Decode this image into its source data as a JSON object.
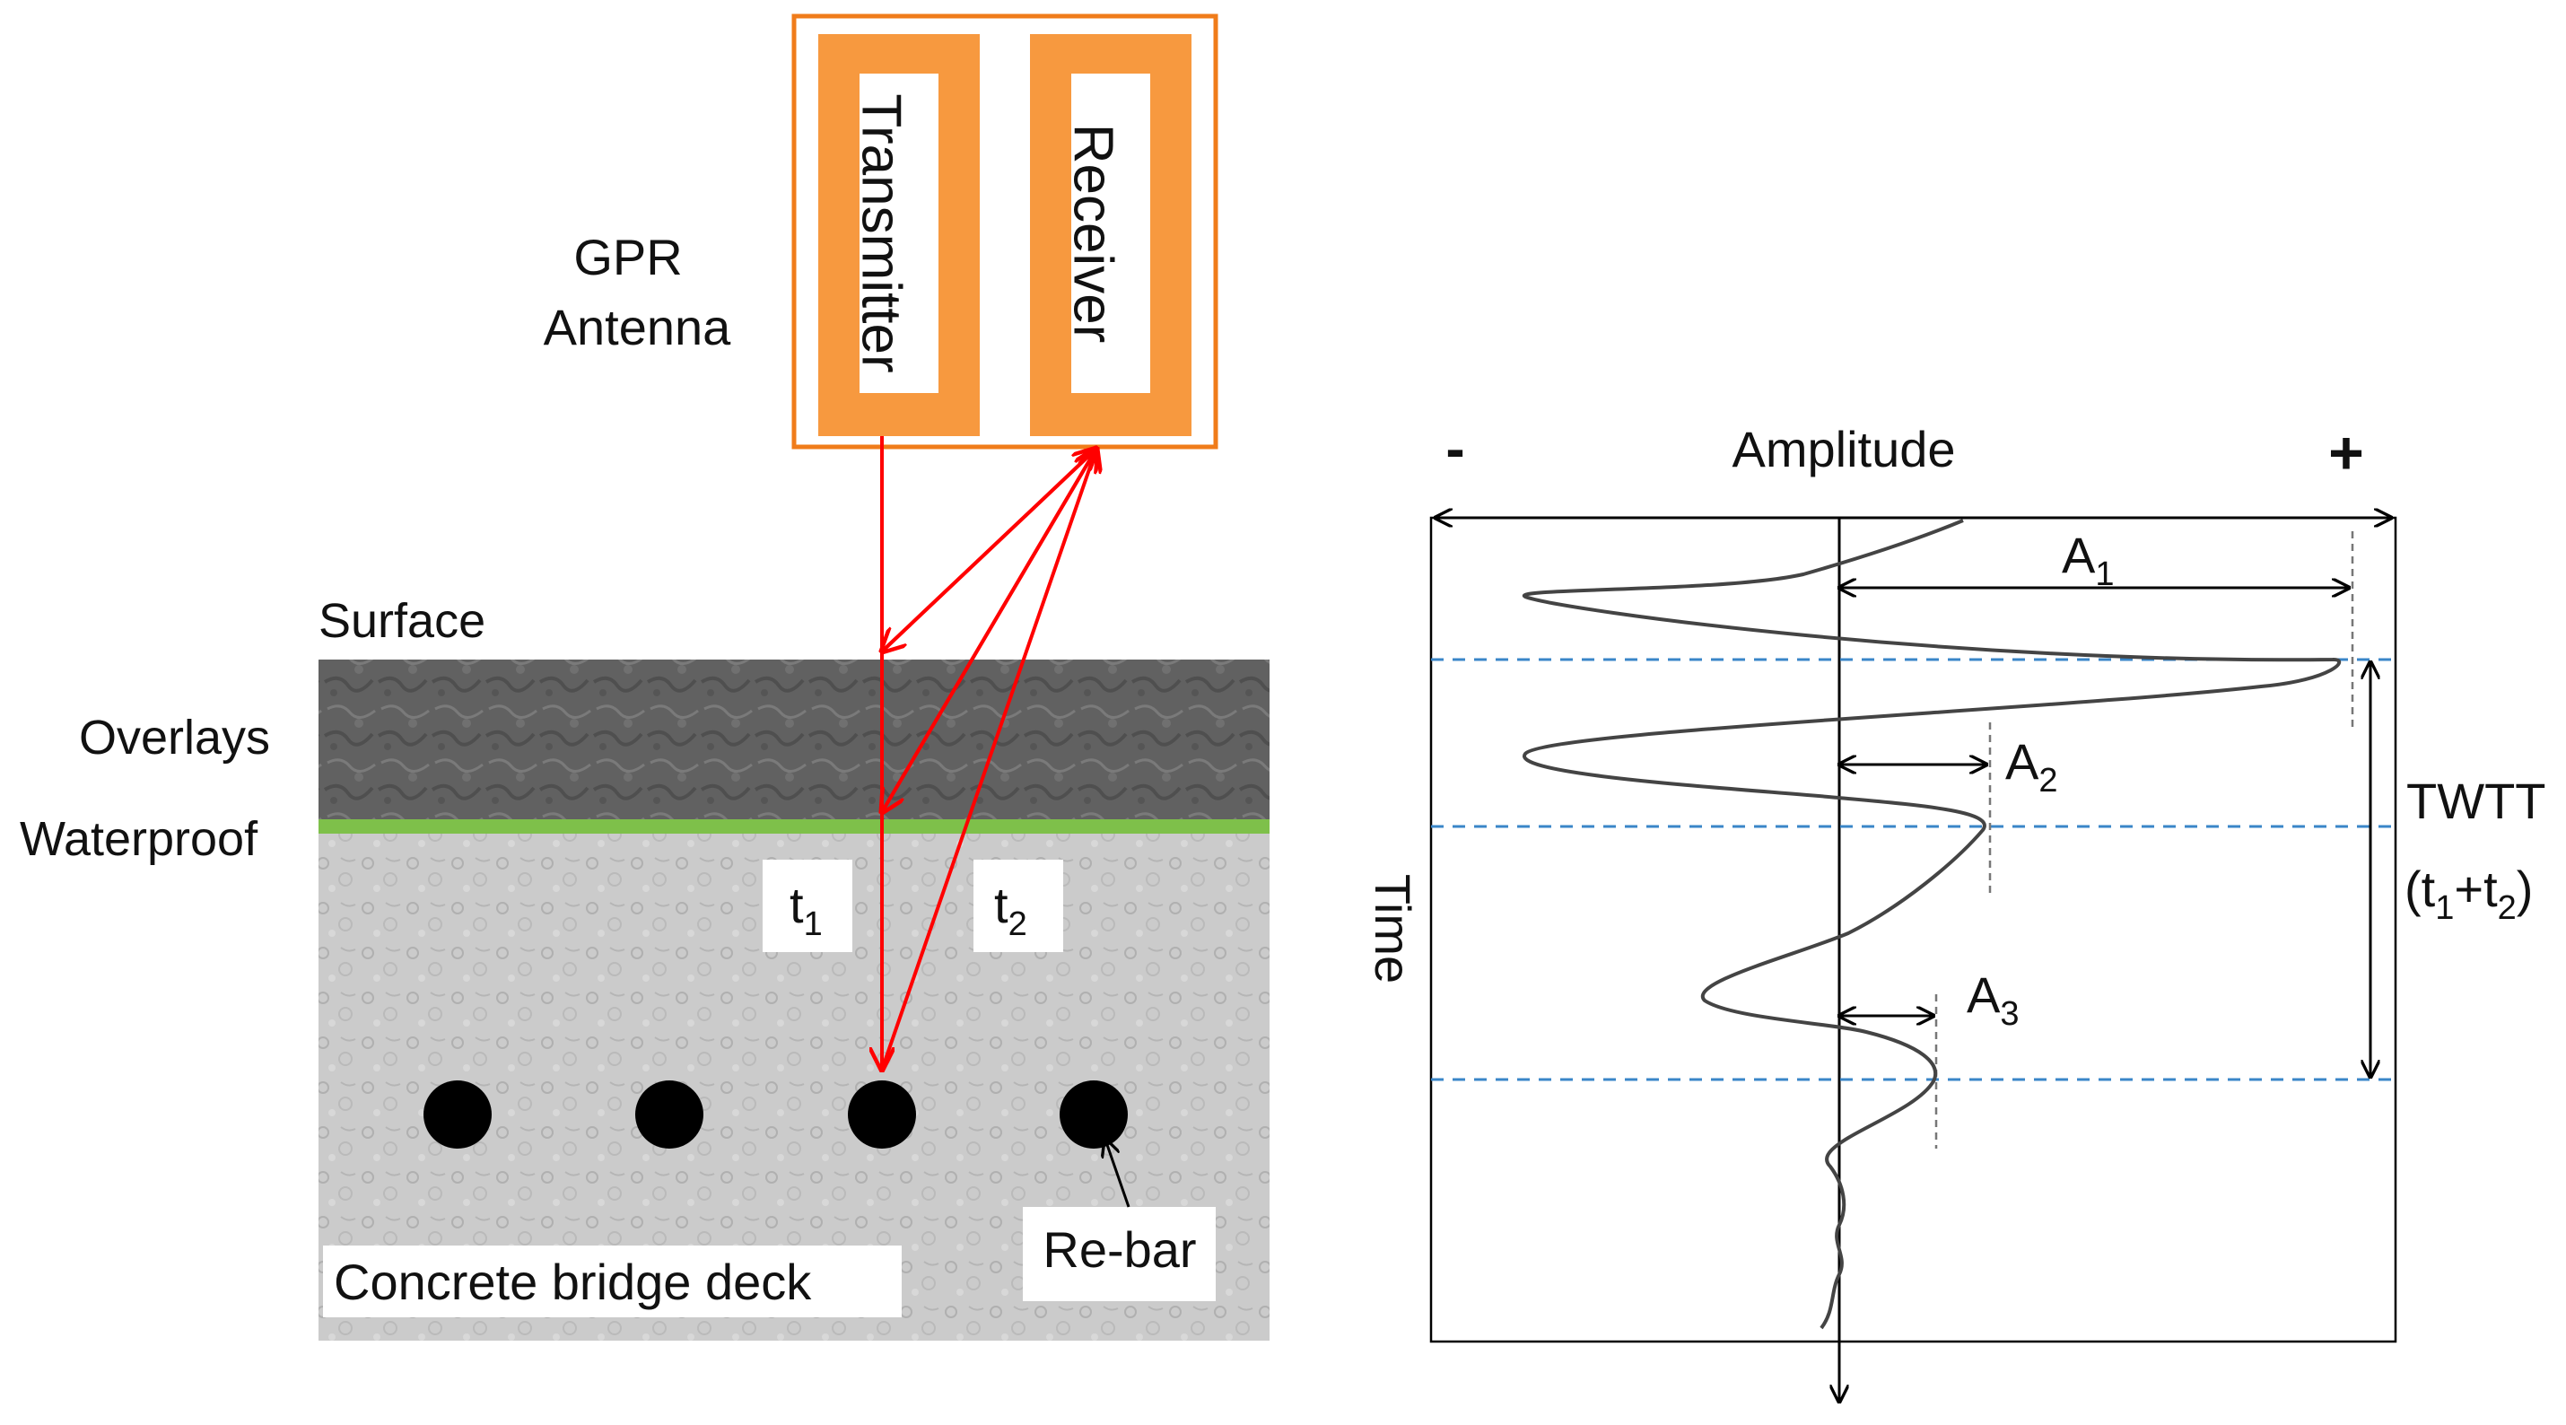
{
  "antenna": {
    "title_line1": "GPR",
    "title_line2": "Antenna",
    "transmitter": "Transmitter",
    "receiver": "Receiver"
  },
  "layers": {
    "surface": "Surface",
    "overlays": "Overlays",
    "waterproof": "Waterproof",
    "deck": "Concrete  bridge  deck",
    "rebar": "Re-bar"
  },
  "times": {
    "t1": "t",
    "t1_sub": "1",
    "t2": "t",
    "t2_sub": "2"
  },
  "waveform": {
    "amplitude_label": "Amplitude",
    "minus": "-",
    "plus": "+",
    "time_label": "Time",
    "A1": "A",
    "A1_sub": "1",
    "A2": "A",
    "A2_sub": "2",
    "A3": "A",
    "A3_sub": "3",
    "twtt": "TWTT",
    "twtt_formula_open": "(t",
    "twtt_sub1": "1",
    "twtt_plus": "+t",
    "twtt_sub2": "2",
    "twtt_close": ")"
  },
  "colors": {
    "antenna_orange": "#f7993f",
    "antenna_border": "#f07c1a",
    "ray_red": "#ff0000",
    "waterproof_green": "#7ec04a",
    "overlay_gray": "#5f5f5f",
    "concrete_gray": "#c9c9c9",
    "guide_blue": "#3a86c8"
  }
}
